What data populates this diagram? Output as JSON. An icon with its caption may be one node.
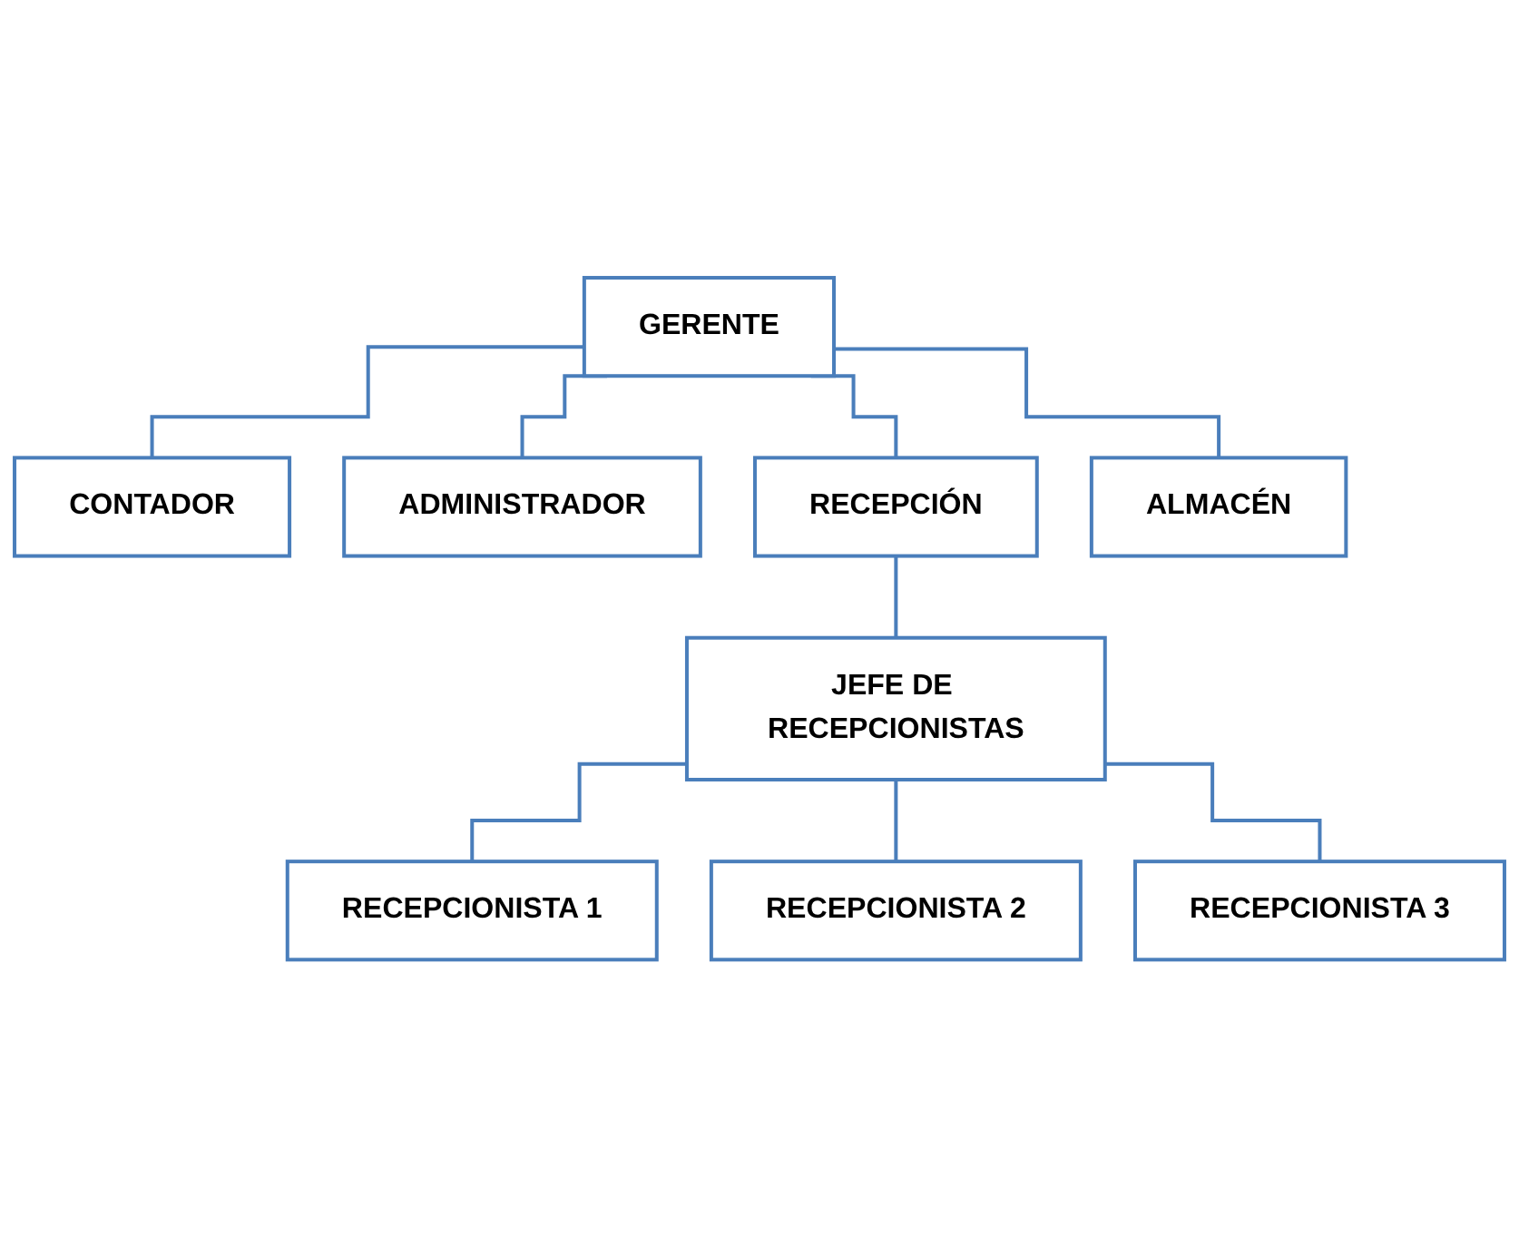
{
  "diagram": {
    "nodes": [
      {
        "text": [
          "GERENTE"
        ]
      },
      {
        "text": [
          "CONTADOR"
        ]
      },
      {
        "text": [
          "ADMINISTRADOR"
        ]
      },
      {
        "text": [
          "RECEPCIÓN"
        ]
      },
      {
        "text": [
          "ALMACÉN"
        ]
      },
      {
        "text": [
          "JEFE DE RECEPCIONISTAS"
        ]
      },
      {
        "text": [
          "RECEPCIONISTA 1"
        ]
      },
      {
        "text": [
          "RECEPCIONISTA 2"
        ]
      },
      {
        "text": [
          "RECEPCIONISTA 3"
        ]
      }
    ],
    "edges": [
      {
        "from": 0,
        "to": 1,
        "arrow": "none"
      },
      {
        "from": 0,
        "to": 2,
        "arrow": "none"
      },
      {
        "from": 0,
        "to": 3,
        "arrow": "none"
      },
      {
        "from": 0,
        "to": 4,
        "arrow": "none"
      },
      {
        "from": 3,
        "to": 5,
        "arrow": "none"
      },
      {
        "from": 5,
        "to": 6,
        "arrow": "none"
      },
      {
        "from": 5,
        "to": 7,
        "arrow": "none"
      },
      {
        "from": 5,
        "to": 8,
        "arrow": "none"
      }
    ]
  }
}
